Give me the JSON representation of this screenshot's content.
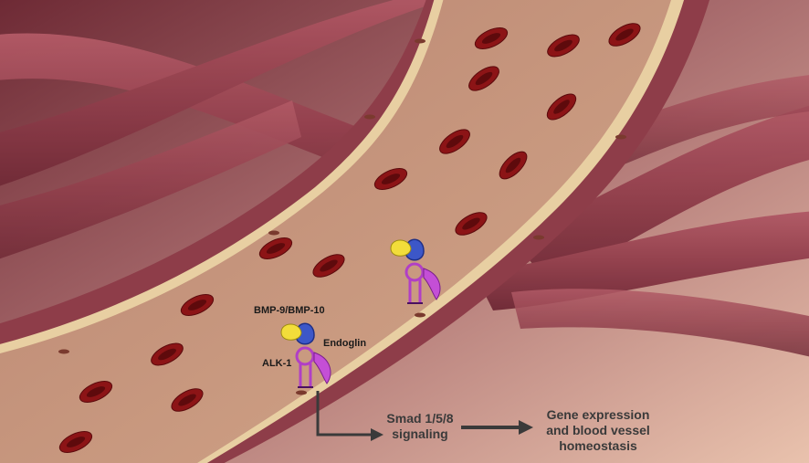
{
  "labels": {
    "ligand": "BMP-9/BMP-10",
    "coreceptor": "Endoglin",
    "receptor": "ALK-1"
  },
  "pathway": {
    "step1": [
      "Smad 1/5/8",
      "signaling"
    ],
    "step2": [
      "Gene expression",
      "and blood vessel",
      "homeostasis"
    ]
  },
  "colors": {
    "background": "#8a4a52",
    "muscle_fiber": "#96424f",
    "vessel_lumen": "#c99a7c",
    "endothelium": "#e8cfa2",
    "red_blood_cell": "#8c1416",
    "ligand": "#f2dd3a",
    "endoglin": "#3c57c8",
    "alk1_receptor": "#b13fc6",
    "arrow": "#3a3a3a"
  },
  "icons": [
    "red-blood-cell-icon",
    "receptor-complex-icon",
    "arrow-icon"
  ]
}
